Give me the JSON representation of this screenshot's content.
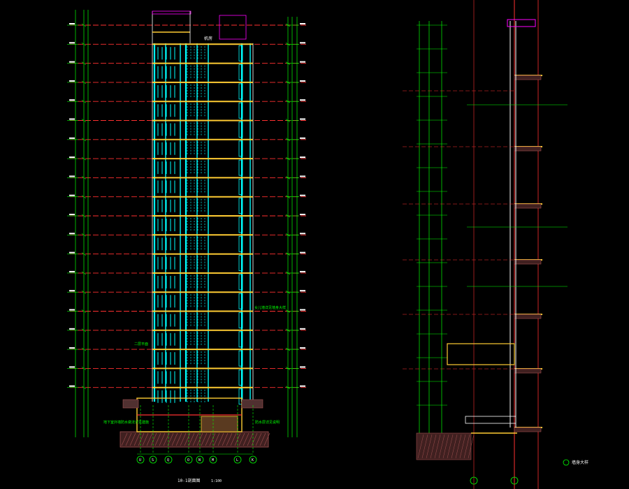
{
  "drawing": {
    "title": "10-1剖面图",
    "scale": "1:100",
    "detail_label": "墙身大样",
    "axis_labels": [
      "U",
      "S",
      "Q",
      "O",
      "N",
      "M",
      "L",
      "K"
    ],
    "notes_left": [
      "地下室外墙防水做法详见建施",
      "二层平面"
    ],
    "notes_right": [
      "女儿墙详见墙身大样",
      "防水层详见说明"
    ],
    "roof_label": "机房",
    "colors": {
      "background": "#000000",
      "primary_line": "#00ff00",
      "floor_line": "#ff3030",
      "column": "#00ffff",
      "slab": "#ffcc33",
      "annotation": "#ffffff",
      "accent": "#ff00ff",
      "earth": "#a05050"
    }
  }
}
